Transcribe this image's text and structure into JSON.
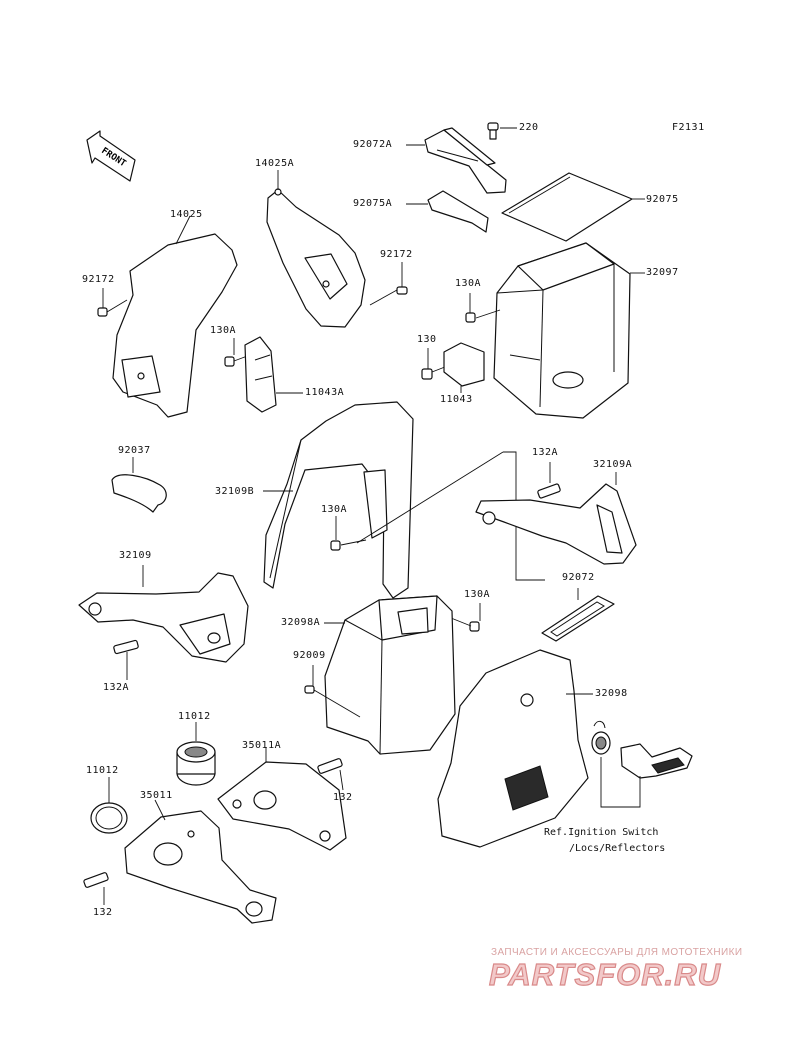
{
  "figure_code": "F2131",
  "front_label": "FRONT",
  "parts": [
    {
      "key": "220",
      "label": "220"
    },
    {
      "key": "92072A",
      "label": "92072A"
    },
    {
      "key": "92075A",
      "label": "92075A"
    },
    {
      "key": "92075",
      "label": "92075"
    },
    {
      "key": "14025A",
      "label": "14025A"
    },
    {
      "key": "14025",
      "label": "14025"
    },
    {
      "key": "92172_left",
      "label": "92172"
    },
    {
      "key": "92172_right",
      "label": "92172"
    },
    {
      "key": "130A_top",
      "label": "130A"
    },
    {
      "key": "32097",
      "label": "32097"
    },
    {
      "key": "130A_left",
      "label": "130A"
    },
    {
      "key": "130",
      "label": "130"
    },
    {
      "key": "11043A",
      "label": "11043A"
    },
    {
      "key": "11043",
      "label": "11043"
    },
    {
      "key": "92037",
      "label": "92037"
    },
    {
      "key": "132A_top",
      "label": "132A"
    },
    {
      "key": "32109A",
      "label": "32109A"
    },
    {
      "key": "32109B",
      "label": "32109B"
    },
    {
      "key": "130A_mid",
      "label": "130A"
    },
    {
      "key": "32109",
      "label": "32109"
    },
    {
      "key": "92072",
      "label": "92072"
    },
    {
      "key": "130A_right",
      "label": "130A"
    },
    {
      "key": "32098A",
      "label": "32098A"
    },
    {
      "key": "132A_bottom",
      "label": "132A"
    },
    {
      "key": "92009",
      "label": "92009"
    },
    {
      "key": "32098",
      "label": "32098"
    },
    {
      "key": "11012_top",
      "label": "11012"
    },
    {
      "key": "35011A",
      "label": "35011A"
    },
    {
      "key": "11012_left",
      "label": "11012"
    },
    {
      "key": "132_mid",
      "label": "132"
    },
    {
      "key": "35011",
      "label": "35011"
    },
    {
      "key": "132_bottom",
      "label": "132"
    }
  ],
  "reference_note": {
    "line1": "Ref.Ignition Switch",
    "line2": "/Locs/Reflectors"
  },
  "watermark": {
    "tagline": "ЗАПЧАСТИ И АКСЕССУАРЫ ДЛЯ МОТОТЕХНИКИ",
    "logo": "PARTSFOR.RU"
  }
}
